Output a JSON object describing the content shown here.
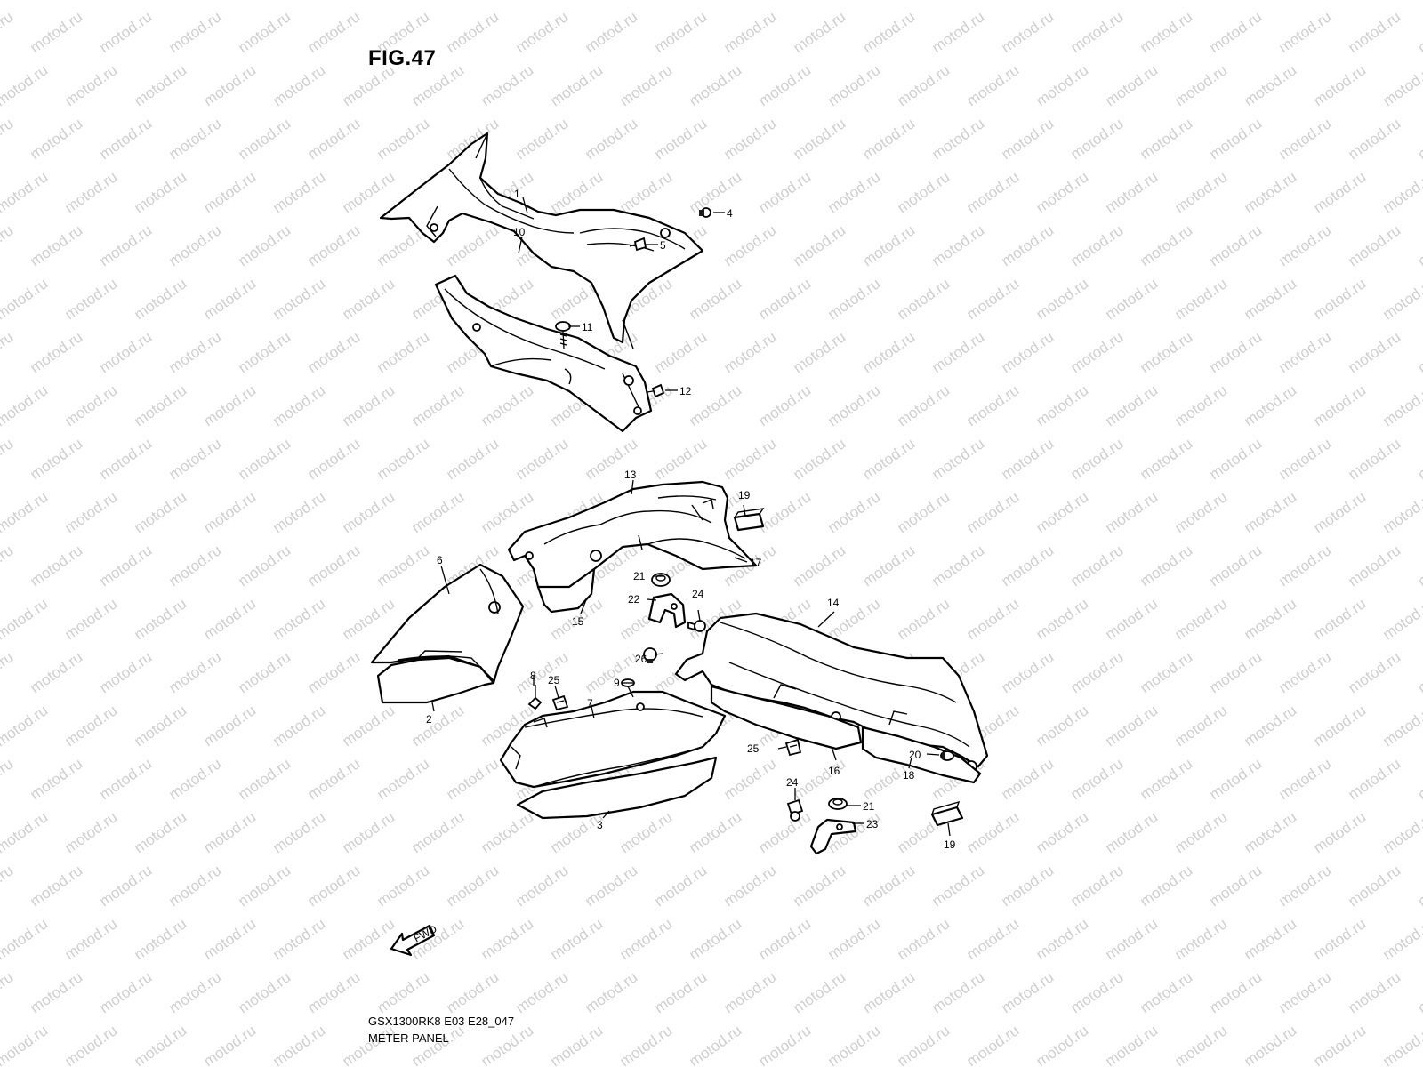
{
  "figure": {
    "number": "FIG.47",
    "code": "GSX1300RK8 E03 E28_047",
    "title": "METER PANEL",
    "watermark_text": "motod.ru",
    "direction_label": "FWD"
  },
  "callouts": {
    "c1": "1",
    "c2": "2",
    "c3": "3",
    "c4": "4",
    "c5": "5",
    "c6": "6",
    "c7": "7",
    "c8": "8",
    "c9": "9",
    "c10": "10",
    "c11": "11",
    "c12": "12",
    "c13": "13",
    "c14": "14",
    "c15": "15",
    "c16": "16",
    "c17": "17",
    "c18": "18",
    "c19a": "19",
    "c19b": "19",
    "c20": "20",
    "c21a": "21",
    "c21b": "21",
    "c22": "22",
    "c23": "23",
    "c24a": "24",
    "c24b": "24",
    "c25a": "25",
    "c25b": "25",
    "c26": "26"
  }
}
